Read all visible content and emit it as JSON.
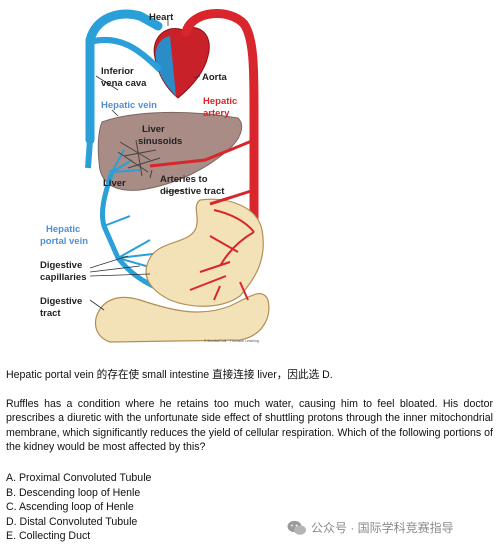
{
  "diagram": {
    "labels": {
      "heart": "Heart",
      "inferior_vena_cava_1": "Inferior",
      "inferior_vena_cava_2": "vena cava",
      "aorta": "Aorta",
      "hepatic_vein": "Hepatic vein",
      "hepatic_artery_1": "Hepatic",
      "hepatic_artery_2": "artery",
      "liver_sinusoids_1": "Liver",
      "liver_sinusoids_2": "sinusoids",
      "liver": "Liver",
      "arteries_to_digestive_tract_1": "Arteries to",
      "arteries_to_digestive_tract_2": "digestive tract",
      "hepatic_portal_vein_1": "Hepatic",
      "hepatic_portal_vein_2": "portal vein",
      "digestive_capillaries_1": "Digestive",
      "digestive_capillaries_2": "capillaries",
      "digestive_tract_1": "Digestive",
      "digestive_tract_2": "tract",
      "credit": "© Brooks/Cole · Thomson Learning"
    },
    "colors": {
      "vein": "#2a9fd8",
      "artery": "#d8262c",
      "liver": "#a98c86",
      "intestine": "#f3e2b8"
    }
  },
  "answer_note": "Hepatic portal vein 的存在使 small intestine 直接连接 liver，因此选 D.",
  "question": "Ruffles has a condition where he retains too much water, causing him to feel bloated. His doctor prescribes a diuretic with the unfortunate side effect of shuttling protons through the inner mitochondrial membrane, which significantly reduces the yield of cellular respiration. Which of the following portions of the kidney would be most affected by this?",
  "options": [
    "A. Proximal Convoluted Tubule",
    "B. Descending loop of Henle",
    "C. Ascending loop of Henle",
    "D. Distal Convoluted Tubule",
    "E. Collecting Duct"
  ],
  "watermark": {
    "icon": "wechat-icon",
    "text": "公众号 · 国际学科竞赛指导"
  }
}
